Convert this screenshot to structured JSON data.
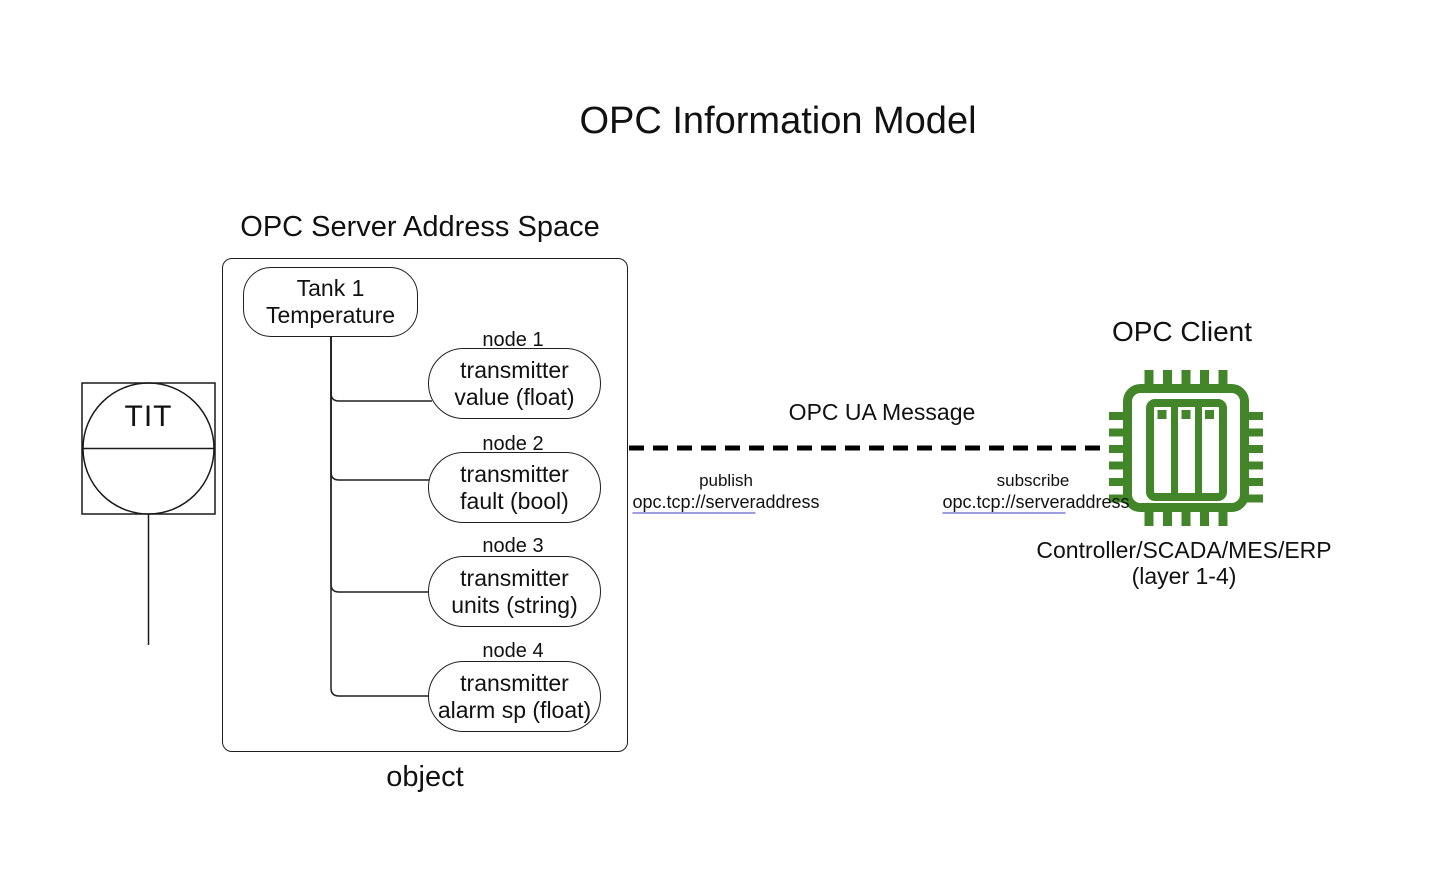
{
  "title": "OPC Information Model",
  "server": {
    "heading": "OPC Server Address Space",
    "caption": "object",
    "root_node": {
      "line1": "Tank 1",
      "line2": "Temperature"
    },
    "nodes": [
      {
        "label": "node 1",
        "line1": "transmitter",
        "line2": "value (float)"
      },
      {
        "label": "node 2",
        "line1": "transmitter",
        "line2": "fault (bool)"
      },
      {
        "label": "node 3",
        "line1": "transmitter",
        "line2": "units (string)"
      },
      {
        "label": "node 4",
        "line1": "transmitter",
        "line2": "alarm sp (float)"
      }
    ]
  },
  "instrument": {
    "tag": "TIT"
  },
  "message": {
    "label": "OPC UA Message",
    "publish": {
      "verb": "publish",
      "link_text": "opc.tcp://server",
      "plain_text": "address"
    },
    "subscribe": {
      "verb": "subscribe",
      "link_text": "opc.tcp://server",
      "plain_text": "address"
    }
  },
  "client": {
    "heading": "OPC Client",
    "icon": "cpu-chip-icon",
    "caption_line1": "Controller/SCADA/MES/ERP",
    "caption_line2": "(layer 1-4)"
  },
  "colors": {
    "background": "#ffffff",
    "stroke": "#000000",
    "chip_green": "#43862a",
    "link_underline": "#9c9ce0"
  }
}
